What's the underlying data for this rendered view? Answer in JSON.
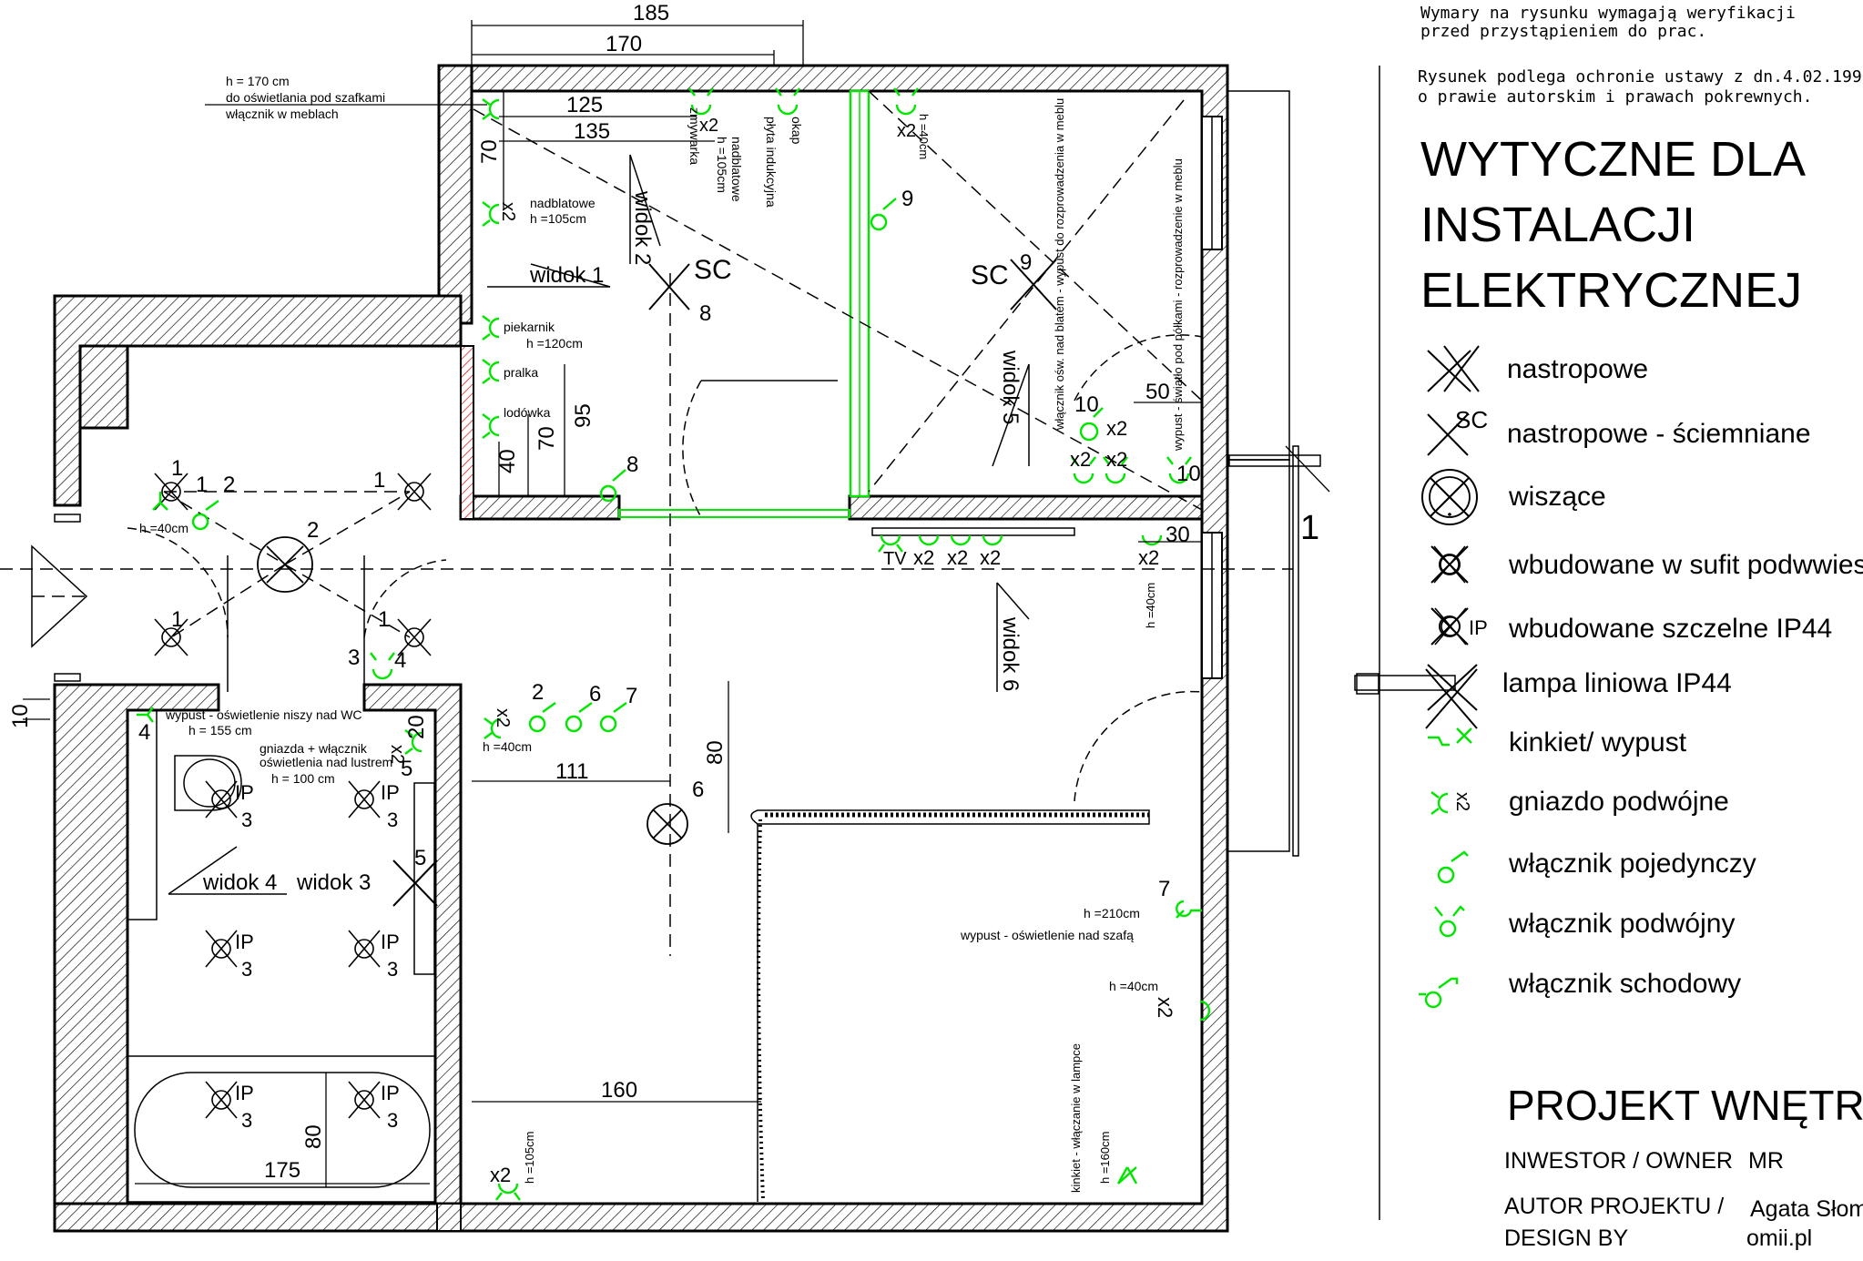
{
  "notes": {
    "line1": "Wymary na rysunku wymagają weryfikacji",
    "line2": "przed przystąpieniem do prac.",
    "line3": "Rysunek podlega ochronie ustawy z dn.4.02.199",
    "line4": "o prawie autorskim i prawach pokrewnych."
  },
  "title": {
    "line1": "WYTYCZNE DLA",
    "line2": "INSTALACJI",
    "line3": "ELEKTRYCZNEJ"
  },
  "legend": {
    "items": [
      {
        "label": "nastropowe",
        "icon": "ceiling-light-icon"
      },
      {
        "label": "nastropowe - ściemniane",
        "icon": "dimmable-ceiling-light-icon",
        "sup": "SC"
      },
      {
        "label": "wiszące",
        "icon": "pendant-light-icon"
      },
      {
        "label": "wbudowane w sufit podwwiesz",
        "icon": "recessed-light-icon"
      },
      {
        "label": "wbudowane szczelne IP44",
        "icon": "recessed-ip44-light-icon",
        "sup": "IP"
      },
      {
        "label": "lampa liniowa IP44",
        "icon": "linear-lamp-icon"
      },
      {
        "label": "kinkiet/ wypust",
        "icon": "wall-light-icon"
      },
      {
        "label": "gniazdo podwójne",
        "icon": "double-socket-icon",
        "sup": "x2"
      },
      {
        "label": "włącznik pojedynczy",
        "icon": "single-switch-icon"
      },
      {
        "label": "włącznik podwójny",
        "icon": "double-switch-icon"
      },
      {
        "label": "włącznik schodowy",
        "icon": "staircase-switch-icon"
      }
    ]
  },
  "project": {
    "heading": "PROJEKT  WNĘTRZ",
    "investor_label": "INWESTOR / OWNER",
    "investor_value": "MR",
    "author_label1": "AUTOR PROJEKTU /",
    "author_label2": "DESIGN BY",
    "author_value1": "Agata Słoma",
    "author_value2": "omii.pl"
  },
  "plan": {
    "dims": {
      "d185": "185",
      "d170": "170",
      "d125": "125",
      "d135": "135",
      "d70a": "70",
      "d95": "95",
      "d70b": "70",
      "d40": "40",
      "d50": "50",
      "d30": "30",
      "d10": "10",
      "d20": "20",
      "d111": "111",
      "d80a": "80",
      "d160": "160",
      "d175": "175",
      "d80b": "80",
      "sec1": "1"
    },
    "views": {
      "v1": "widok 1",
      "v2": "widok 2",
      "v3": "widok 3",
      "v4": "widok 4",
      "v5": "widok 5",
      "v6": "widok 6"
    },
    "sc": {
      "s1": "SC",
      "s2": "SC",
      "n8": "8",
      "n9": "9"
    },
    "kitchen": {
      "note1": "h = 170 cm",
      "note2": "do oświetlania pod szafkami",
      "note3": "włącznik w meblach",
      "x2a": "x2",
      "zmywarka": "zmywarka",
      "nadblatowe_v1": "nadblatowe",
      "nadblatowe_v2": "h =105cm",
      "plyta": "płyta indukcyjna",
      "okap": "okap",
      "nadblatowe1": "nadblatowe",
      "nadblatowe2": "h =105cm",
      "x2b": "x2",
      "piekarnik1": "piekarnik",
      "piekarnik2": "h =120cm",
      "pralka": "pralka",
      "lodowka": "lodówka",
      "n8": "8"
    },
    "bedroom": {
      "x2": "x2",
      "h40": "h =40cm",
      "n9": "9",
      "vert1": "włącznik ośw. nad blatem - wypust do rozprowadzenia w meblu",
      "vert2": "wypust - światło pod półkami - rozprowadzenie w meblu",
      "n10a": "10",
      "x2a": "x2",
      "x2b": "x2",
      "x2c": "x2",
      "n10b": "10"
    },
    "tv": {
      "tv": "TV",
      "x2a": "x2",
      "x2b": "x2",
      "x2c": "x2",
      "n30": "30",
      "x2d": "x2",
      "h40": "h =40cm"
    },
    "hall": {
      "n1a": "1",
      "n1b": "1",
      "n2a": "2",
      "h40": "h =40cm",
      "n1c": "1",
      "n2": "2",
      "n1d": "1",
      "n1e": "1",
      "n3": "3",
      "n4": "4",
      "x2": "x2",
      "n2b": "2",
      "n6": "6",
      "n7": "7",
      "h40b": "h =40cm",
      "n6b": "6"
    },
    "bath": {
      "wc1": "wypust - oświetlenie niszy nad WC",
      "wc2": "h = 155 cm",
      "n4": "4",
      "mirror1": "gniazda + włącznik",
      "mirror2": "oświetlenia nad lustrem",
      "mirror3": "h = 100 cm",
      "x2": "x2",
      "n5a": "5",
      "n5b": "5",
      "ip": "IP",
      "three": "3"
    },
    "living": {
      "h210": "h =210cm",
      "szafa": "wypust - oświetlenie nad szafą",
      "n7": "7",
      "h40": "h =40cm",
      "x2a": "x2",
      "kinkiet": "kinkiet - włączanie w lampce",
      "h160": "h =160cm",
      "h105": "h =105cm",
      "x2b": "x2"
    }
  }
}
